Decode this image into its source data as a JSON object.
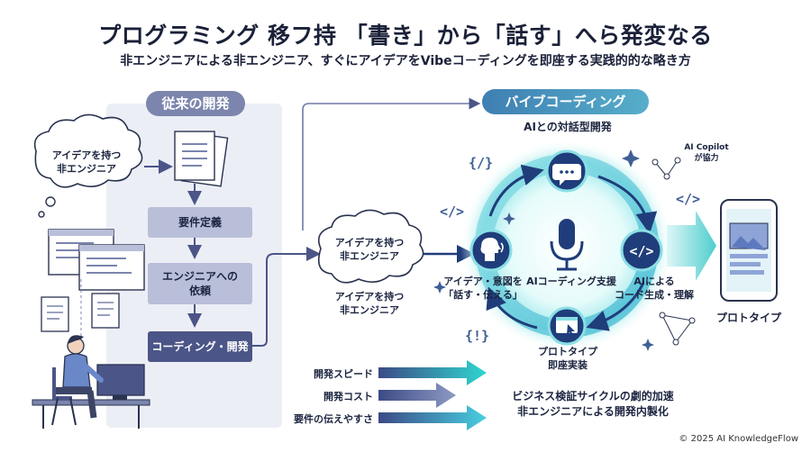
{
  "header": {
    "title": "プログラミング 移フ持 「書き」から「話す」へら発変なる",
    "subtitle": "非エンジニアによる非エンジニア、すぐにアイデアをVibeコ－ディングを即座する実践的的な略き方"
  },
  "traditional": {
    "label": "従来の開発",
    "cloud": "アイデアを持つ\n非エンジニア",
    "steps": [
      "要件定義",
      "エンジニアへの\n依頼",
      "コーディング・開発"
    ]
  },
  "middle": {
    "cloud": "アイデアを持つ\n非エンジニア",
    "caption": "アイデアを持つ\n非エンジニア"
  },
  "vibe": {
    "label": "バイブコーディング",
    "dialog": "AIとの対話型開発",
    "copilot": "AI Copilot\nが協力",
    "speak": "アイデア・意図を\n「話す・伝える」",
    "support": "AIコーディング支援",
    "generate": "AIによる\nコード生成・理解",
    "prototype_impl": "プロトタイプ\n即座実装",
    "prototype": "プロトタイプ"
  },
  "comparison": {
    "bars": [
      {
        "label": "開発スピード"
      },
      {
        "label": "開発コスト"
      },
      {
        "label": "要件の伝えやすさ"
      }
    ],
    "conclusion": "ビジネス検証サイクルの劇的加速\n非エンジニアによる開発内製化"
  },
  "footer": {
    "copyright": "© 2025 AI KnowledgeFlow"
  },
  "colors": {
    "navy": "#1c2540",
    "step": "#b9bfd9",
    "step_dark": "#4b5587",
    "vibe_blue": "#3f7fb3",
    "teal": "#2fc4c4"
  }
}
